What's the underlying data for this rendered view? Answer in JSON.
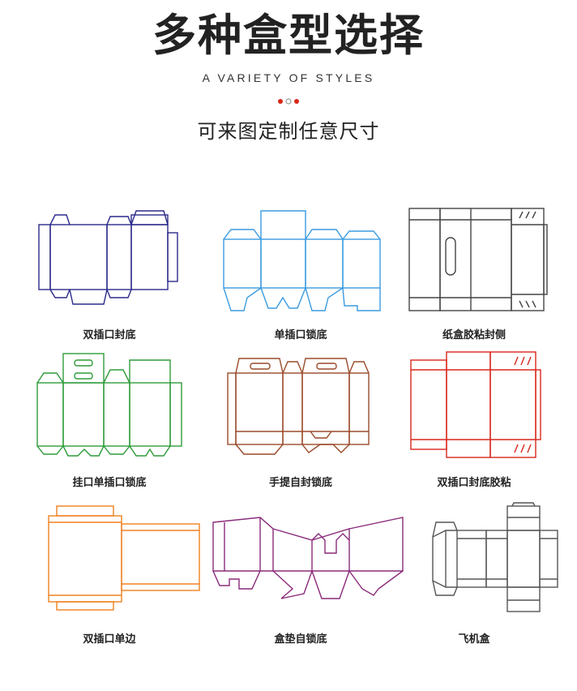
{
  "header": {
    "title": "多种盒型选择",
    "subtitle": "A VARIETY OF STYLES",
    "tagline": "可来图定制任意尺寸",
    "dot_colors": [
      "#d9261c",
      "#999999",
      "#d9261c"
    ]
  },
  "styles": [
    {
      "name": "双插口封底",
      "color": "#2b2a8a",
      "icon": "box-die-line-icon"
    },
    {
      "name": "单插口锁底",
      "color": "#3a9be0",
      "icon": "box-die-line-icon"
    },
    {
      "name": "纸盒胶粘封侧",
      "color": "#444444",
      "icon": "box-die-line-icon"
    },
    {
      "name": "挂口单插口锁底",
      "color": "#2e9c3a",
      "icon": "box-die-line-icon"
    },
    {
      "name": "手提自封锁底",
      "color": "#9a4a2a",
      "icon": "box-die-line-icon"
    },
    {
      "name": "双插口封底胶粘",
      "color": "#d9261c",
      "icon": "box-die-line-icon"
    },
    {
      "name": "双插口单边",
      "color": "#f08020",
      "icon": "box-die-line-icon"
    },
    {
      "name": "盒垫自锁底",
      "color": "#8a2a7a",
      "icon": "box-die-line-icon"
    },
    {
      "name": "飞机盒",
      "color": "#555555",
      "icon": "box-die-line-icon"
    }
  ]
}
